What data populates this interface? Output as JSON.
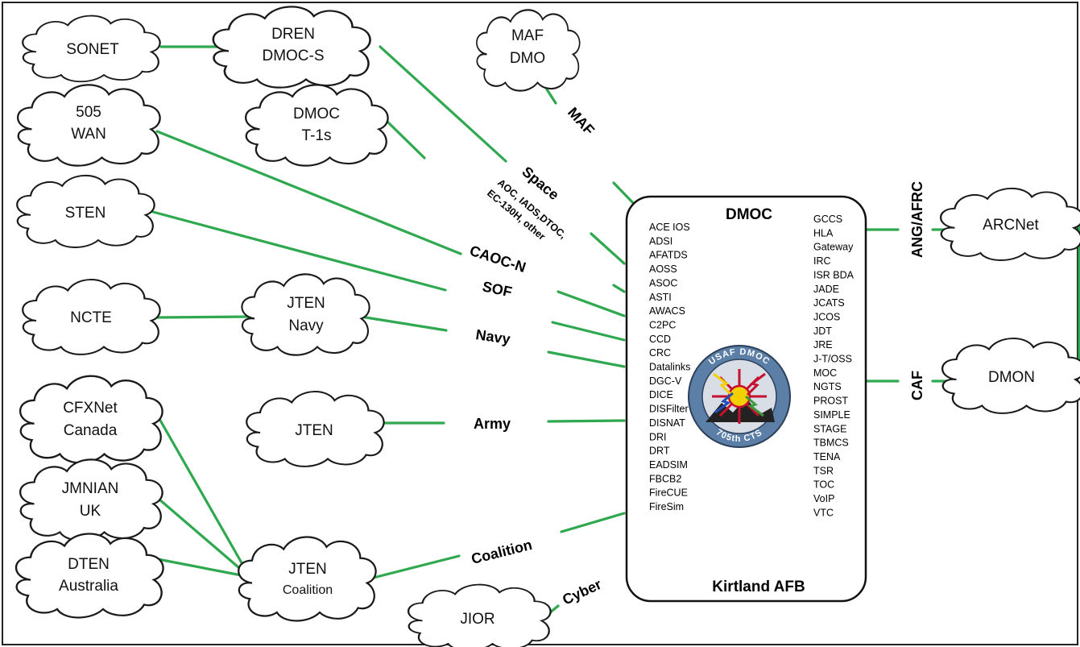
{
  "clouds": {
    "sonet": [
      "SONET"
    ],
    "dren": [
      "DREN",
      "DMOC-S"
    ],
    "maf_dmo": [
      "MAF",
      "DMO"
    ],
    "wan505": [
      "505",
      "WAN"
    ],
    "dmoc_t1s": [
      "DMOC",
      "T-1s"
    ],
    "sten": [
      "STEN"
    ],
    "ncte": [
      "NCTE"
    ],
    "jten_navy": [
      "JTEN",
      "Navy"
    ],
    "cfxnet": [
      "CFXNet",
      "Canada"
    ],
    "jten": [
      "JTEN"
    ],
    "jmnian": [
      "JMNIAN",
      "UK"
    ],
    "dten": [
      "DTEN",
      "Australia"
    ],
    "jten_coalition": [
      "JTEN",
      "Coalition"
    ],
    "jior": [
      "JIOR"
    ],
    "arcnet": [
      "ARCNet"
    ],
    "dmon": [
      "DMON"
    ]
  },
  "labels": {
    "maf": "MAF",
    "space": "Space",
    "space_sub1": "AOC, IADS,DTOC,",
    "space_sub2": "EC-130H, other",
    "caoc": "CAOC-N",
    "sof": "SOF",
    "navy": "Navy",
    "army": "Army",
    "coalition": "Coalition",
    "cyber": "Cyber",
    "ang_afrc": "ANG/AFRC",
    "caf": "CAF"
  },
  "hub": {
    "title": "DMOC",
    "footer": "Kirtland AFB",
    "left_systems": [
      "ACE IOS",
      "ADSI",
      "AFATDS",
      "AOSS",
      "ASOC",
      "ASTI",
      "AWACS",
      "C2PC",
      "CCD",
      "CRC",
      "Datalinks",
      "DGC-V",
      "DICE",
      "DISFilter",
      "DISNAT",
      "DRI",
      "DRT",
      "EADSIM",
      "FBCB2",
      "FireCUE",
      "FireSim"
    ],
    "right_systems": [
      "GCCS",
      "HLA",
      "Gateway",
      "IRC",
      "ISR BDA",
      "JADE",
      "JCATS",
      "JCOS",
      "JDT",
      "JRE",
      "J-T/OSS",
      "MOC",
      "NGTS",
      "PROST",
      "SIMPLE",
      "STAGE",
      "TBMCS",
      "TENA",
      "TSR",
      "TOC",
      "VoIP",
      "VTC"
    ],
    "emblem_top": "USAF DMOC",
    "emblem_bottom": "705th CTS"
  },
  "colors": {
    "link": "#2fa84f",
    "emblem_ring": "#5b7fa6",
    "emblem_inner": "#d8dde6"
  }
}
